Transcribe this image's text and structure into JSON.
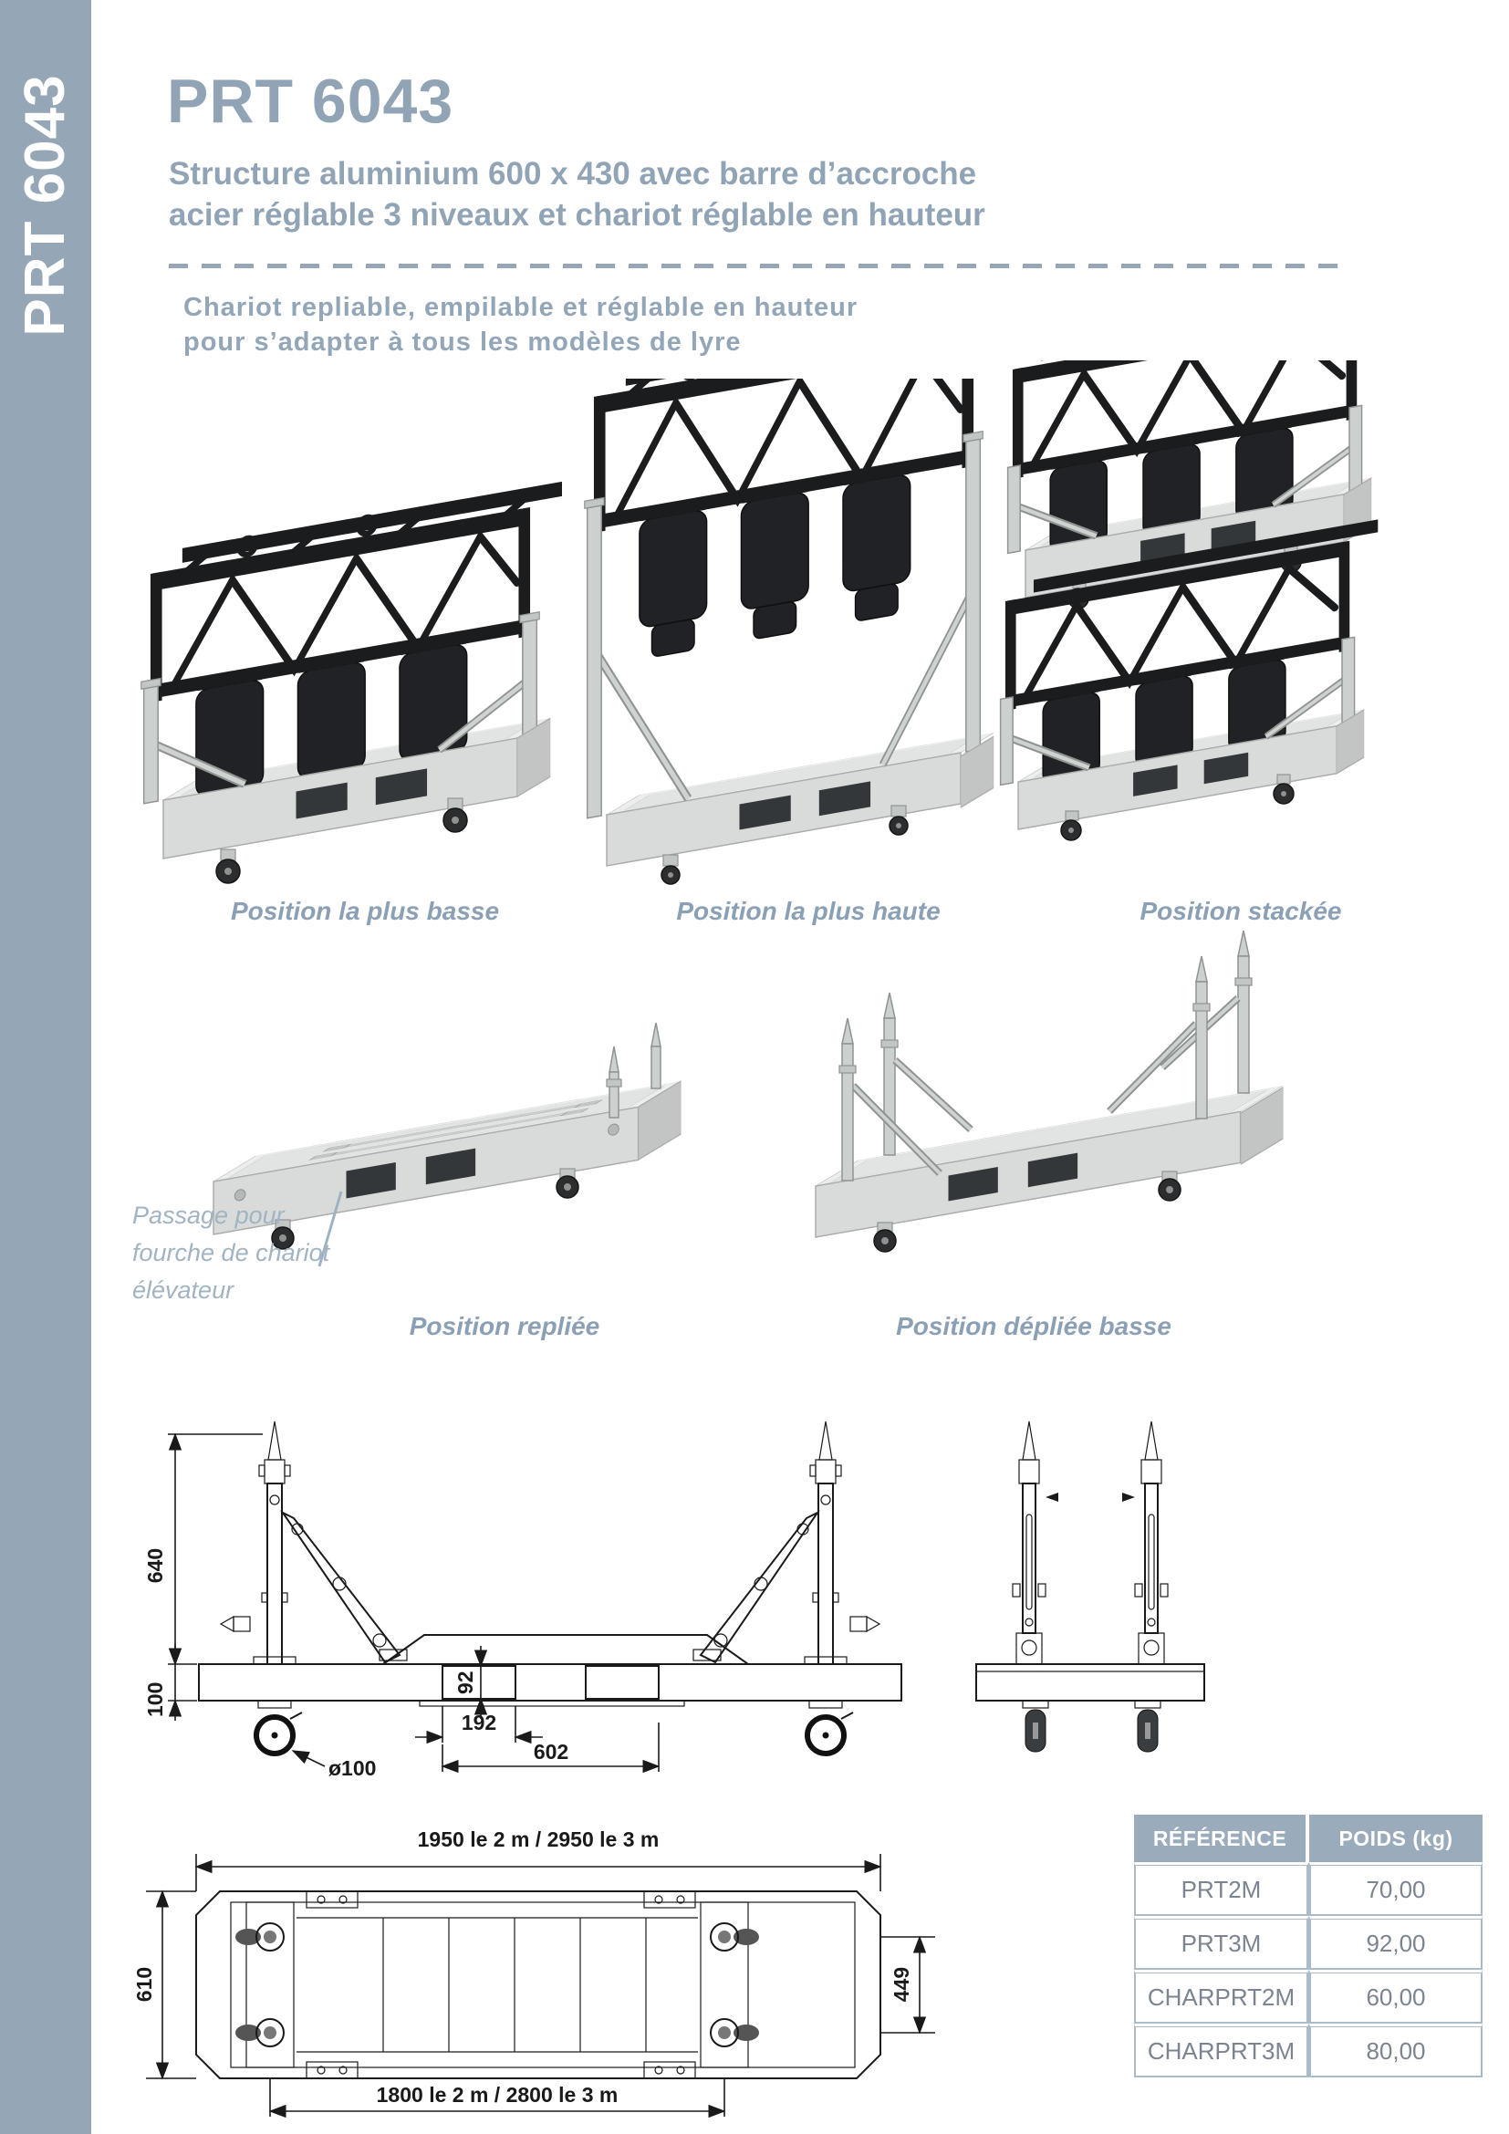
{
  "page": {
    "sidebar_label": "PRT 6043",
    "title": "PRT 6043",
    "subtitle_line1": "Structure aluminium 600 x 430 avec barre d’accroche",
    "subtitle_line2": "acier réglable 3 niveaux et chariot réglable en hauteur",
    "description_line1": "Chariot repliable, empilable et réglable en hauteur",
    "description_line2": "pour s’adapter à tous les modèles de lyre"
  },
  "figures": {
    "basse": {
      "caption": "Position la plus basse"
    },
    "haute": {
      "caption": "Position la plus haute"
    },
    "stackee": {
      "caption": "Position stackée"
    },
    "repliee": {
      "caption": "Position repliée"
    },
    "depliee": {
      "caption": "Position dépliée basse"
    }
  },
  "annotation": {
    "line1": "Passage pour",
    "line2": "fourche de chariot",
    "line3": "élévateur"
  },
  "dimensions": {
    "side_height_upper": "640",
    "side_height_lower": "100",
    "pocket_height": "92",
    "pocket_width": "192",
    "pocket_span": "602",
    "wheel_diameter": "ø100",
    "plan_top": "1950 le 2 m / 2950 le 3 m",
    "plan_left": "610",
    "plan_right": "449",
    "plan_bottom": "1800 le 2 m / 2800 le 3 m"
  },
  "table": {
    "headers": [
      "RÉFÉRENCE",
      "POIDS (kg)"
    ],
    "rows": [
      {
        "reference": "PRT2M",
        "poids": "70,00"
      },
      {
        "reference": "PRT3M",
        "poids": "92,00"
      },
      {
        "reference": "CHARPRT2M",
        "poids": "60,00"
      },
      {
        "reference": "CHARPRT3M",
        "poids": "80,00"
      }
    ]
  },
  "colors": {
    "accent": "#95a7b7",
    "title_text": "#90a4b6",
    "caption_text": "#8ba0b4",
    "annotation_text": "#a2b3c2",
    "table_header_bg": "#9aacbc",
    "table_border": "#aabcca",
    "table_cell_text": "#7b8490",
    "drawing_line": "#1a1a1a"
  }
}
